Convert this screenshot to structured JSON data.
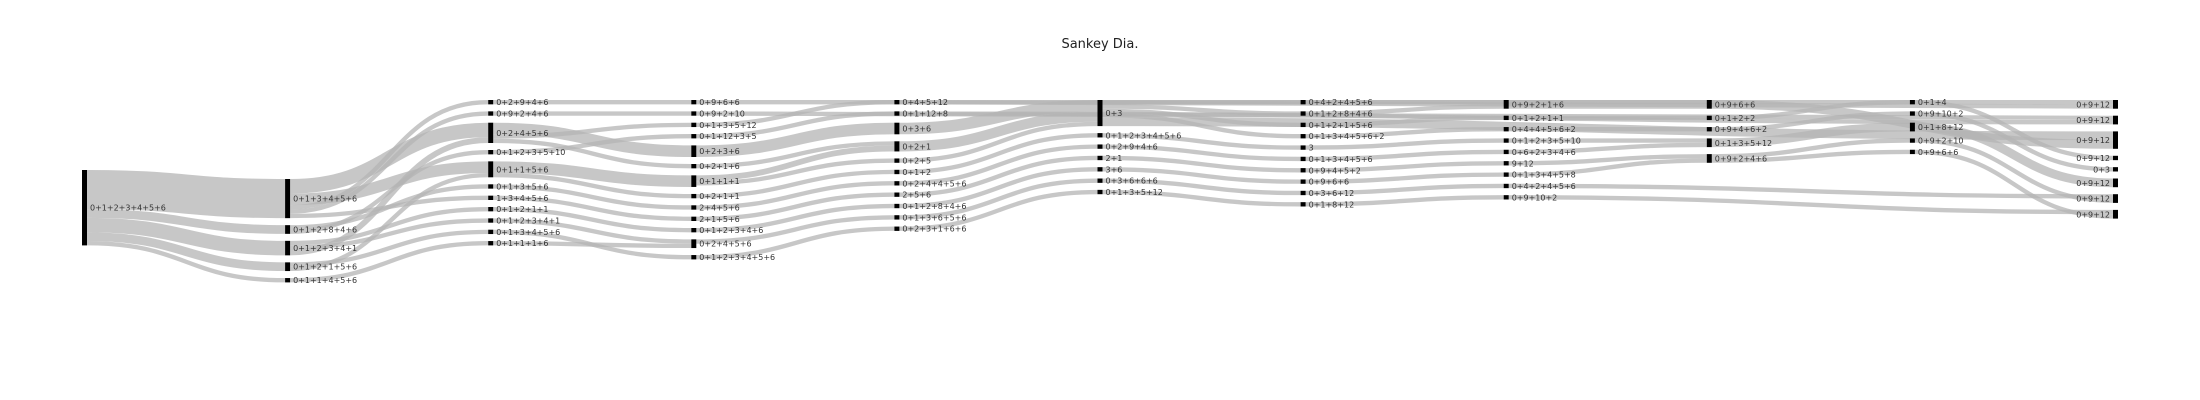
{
  "chart_data": {
    "type": "sankey",
    "title": "Sankey Dia.",
    "colors": {
      "node": "#000000",
      "link": "#b4b4b4",
      "link_highlight": "#999999"
    },
    "columns": [
      [
        "0+1+2+3+4+5+6"
      ],
      [
        "0+1+3+4+5+6",
        "0+1+2+8+4+6",
        "0+1+2+3+4+1",
        "0+1+2+1+5+6",
        "0+1+1+4+5+6"
      ],
      [
        "0+2+9+4+6",
        "0+9+2+4+6",
        "0+2+4+5+6",
        "0+1+2+3+5+10",
        "0+1+1+5+6",
        "0+1+3+5+6",
        "1+3+4+5+6",
        "0+1+2+1+1",
        "0+1+2+3+4+1",
        "0+1+3+4+5+6",
        "0+1+1+1+6"
      ],
      [
        "0+9+6+6",
        "0+9+2+10",
        "0+1+3+5+12",
        "0+1+12+3+5",
        "0+2+3+6",
        "0+2+1+6",
        "0+1+1+1",
        "0+2+1+1",
        "2+4+5+6",
        "2+1+5+6",
        "0+1+2+3+4+6",
        "0+2+4+5+6",
        "0+1+2+3+4+5+6"
      ],
      [
        "0+4+5+12",
        "0+1+12+8",
        "0+3+6",
        "0+2+1",
        "0+2+5",
        "0+1+2",
        "0+2+4+4+5+6",
        "2+5+6",
        "0+1+2+8+4+6",
        "0+1+3+6+5+6",
        "0+2+3+1+6+6"
      ],
      [
        "0+3",
        "0+1+2+3+4+5+6",
        "0+2+9+4+6",
        "2+1",
        "3+6",
        "0+3+6+6+6",
        "0+1+3+5+12"
      ],
      [
        "0+4+2+4+5+6",
        "0+1+2+8+4+6",
        "0+1+2+1+5+6",
        "0+1+3+4+5+6+2",
        "3",
        "0+1+3+4+5+6",
        "0+9+4+5+2",
        "0+9+6+6",
        "0+3+6+12",
        "0+1+8+12"
      ],
      [
        "0+9+2+1+6",
        "0+1+2+1+1",
        "0+4+4+5+6+2",
        "0+1+2+3+5+10",
        "0+6+2+3+4+6",
        "9+12",
        "0+1+3+4+5+8",
        "0+4+2+4+5+6",
        "0+9+10+2"
      ],
      [
        "0+9+6+6",
        "0+1+2+2",
        "0+9+4+6+2",
        "0+1+3+5+12",
        "0+9+2+4+6"
      ],
      [
        "0+1+4",
        "0+9+10+2",
        "0+1+8+12",
        "0+9+2+10",
        "0+9+6+6"
      ],
      [
        "0+9+12",
        "0+9+12",
        "0+9+12",
        "0+9+12",
        "0+3",
        "0+9+12",
        "0+9+12",
        "0+9+12"
      ]
    ],
    "links": [
      [
        "0:0",
        "1:0",
        27
      ],
      [
        "0:0",
        "1:1",
        6
      ],
      [
        "0:0",
        "1:2",
        10
      ],
      [
        "0:0",
        "1:3",
        6
      ],
      [
        "0:0",
        "1:4",
        3
      ],
      [
        "1:0",
        "2:2",
        10
      ],
      [
        "1:0",
        "2:4",
        8
      ],
      [
        "1:0",
        "2:0",
        3
      ],
      [
        "1:0",
        "2:1",
        3
      ],
      [
        "1:0",
        "2:6",
        3
      ],
      [
        "1:1",
        "2:5",
        3
      ],
      [
        "1:1",
        "2:3",
        3
      ],
      [
        "1:2",
        "2:7",
        3
      ],
      [
        "1:2",
        "2:8",
        3
      ],
      [
        "1:2",
        "2:2",
        4
      ],
      [
        "1:3",
        "2:9",
        3
      ],
      [
        "1:3",
        "2:4",
        3
      ],
      [
        "1:4",
        "2:10",
        3
      ],
      [
        "2:0",
        "3:0",
        3
      ],
      [
        "2:1",
        "3:1",
        3
      ],
      [
        "2:2",
        "3:4",
        8
      ],
      [
        "2:2",
        "3:2",
        3
      ],
      [
        "2:2",
        "3:5",
        3
      ],
      [
        "2:3",
        "3:3",
        3
      ],
      [
        "2:4",
        "3:6",
        8
      ],
      [
        "2:4",
        "3:7",
        3
      ],
      [
        "2:5",
        "3:8",
        3
      ],
      [
        "2:6",
        "3:9",
        3
      ],
      [
        "2:7",
        "3:10",
        3
      ],
      [
        "2:8",
        "3:11",
        3
      ],
      [
        "2:9",
        "3:12",
        3
      ],
      [
        "2:10",
        "3:11",
        3
      ],
      [
        "3:0",
        "10:0",
        3
      ],
      [
        "3:1",
        "10:1",
        3
      ],
      [
        "3:2",
        "4:0",
        3
      ],
      [
        "3:3",
        "4:1",
        3
      ],
      [
        "3:4",
        "4:2",
        8
      ],
      [
        "3:5",
        "4:3",
        3
      ],
      [
        "3:6",
        "4:3",
        4
      ],
      [
        "3:6",
        "4:4",
        3
      ],
      [
        "3:7",
        "4:5",
        3
      ],
      [
        "3:8",
        "4:6",
        3
      ],
      [
        "3:9",
        "4:7",
        3
      ],
      [
        "3:10",
        "4:8",
        3
      ],
      [
        "3:11",
        "4:9",
        3
      ],
      [
        "3:12",
        "4:10",
        3
      ],
      [
        "4:0",
        "10:0",
        3
      ],
      [
        "4:1",
        "10:1",
        3
      ],
      [
        "4:2",
        "5:0",
        8
      ],
      [
        "4:3",
        "5:0",
        7
      ],
      [
        "4:4",
        "5:0",
        3
      ],
      [
        "4:5",
        "5:1",
        3
      ],
      [
        "4:6",
        "5:2",
        3
      ],
      [
        "4:7",
        "5:3",
        3
      ],
      [
        "4:8",
        "5:4",
        3
      ],
      [
        "4:9",
        "5:5",
        3
      ],
      [
        "4:10",
        "5:6",
        3
      ],
      [
        "5:0",
        "6:0",
        3
      ],
      [
        "5:0",
        "6:1",
        3
      ],
      [
        "5:0",
        "6:2",
        3
      ],
      [
        "5:0",
        "6:3",
        3
      ],
      [
        "5:0",
        "10:2",
        6
      ],
      [
        "5:1",
        "6:4",
        3
      ],
      [
        "5:2",
        "6:5",
        3
      ],
      [
        "5:3",
        "6:6",
        3
      ],
      [
        "5:4",
        "6:7",
        3
      ],
      [
        "5:5",
        "6:8",
        3
      ],
      [
        "5:6",
        "6:9",
        3
      ],
      [
        "6:0",
        "7:0",
        3
      ],
      [
        "6:1",
        "7:0",
        3
      ],
      [
        "6:2",
        "7:1",
        3
      ],
      [
        "6:3",
        "7:2",
        3
      ],
      [
        "6:4",
        "7:3",
        3
      ],
      [
        "6:5",
        "7:4",
        3
      ],
      [
        "6:6",
        "7:5",
        3
      ],
      [
        "6:7",
        "7:6",
        3
      ],
      [
        "6:8",
        "7:7",
        3
      ],
      [
        "6:9",
        "7:8",
        3
      ],
      [
        "7:0",
        "8:0",
        6
      ],
      [
        "7:1",
        "8:1",
        3
      ],
      [
        "7:2",
        "8:2",
        3
      ],
      [
        "7:3",
        "8:3",
        3
      ],
      [
        "7:4",
        "8:3",
        3
      ],
      [
        "7:5",
        "8:4",
        3
      ],
      [
        "7:6",
        "8:4",
        3
      ],
      [
        "7:7",
        "10:6",
        3
      ],
      [
        "7:8",
        "10:7",
        3
      ],
      [
        "8:0",
        "10:2",
        6
      ],
      [
        "8:1",
        "9:0",
        3
      ],
      [
        "8:2",
        "9:1",
        3
      ],
      [
        "8:3",
        "9:2",
        6
      ],
      [
        "8:4",
        "9:3",
        3
      ],
      [
        "8:4",
        "9:4",
        3
      ],
      [
        "9:0",
        "10:3",
        3
      ],
      [
        "9:1",
        "10:4",
        3
      ],
      [
        "9:2",
        "10:5",
        6
      ],
      [
        "9:3",
        "10:6",
        3
      ],
      [
        "9:4",
        "10:7",
        3
      ]
    ]
  }
}
